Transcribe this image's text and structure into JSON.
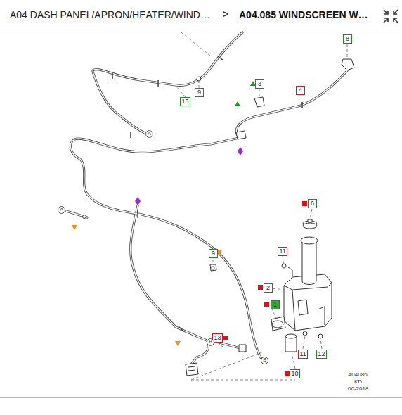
{
  "diagram": {
    "nodes": [
      {
        "text": [
          "8"
        ]
      },
      {
        "text": [
          "3"
        ]
      },
      {
        "text": [
          "4"
        ]
      },
      {
        "text": [
          "9"
        ]
      },
      {
        "text": [
          "15"
        ]
      },
      {
        "text": [
          "A"
        ]
      },
      {
        "text": [
          "A"
        ]
      },
      {
        "text": [
          "6"
        ]
      },
      {
        "text": [
          "9"
        ]
      },
      {
        "text": [
          "11"
        ]
      },
      {
        "text": [
          "2"
        ]
      },
      {
        "text": [
          "1"
        ]
      },
      {
        "text": [
          "13"
        ]
      },
      {
        "text": [
          "B"
        ]
      },
      {
        "text": [
          "B"
        ]
      },
      {
        "text": [
          "11"
        ]
      },
      {
        "text": [
          "12"
        ]
      },
      {
        "text": [
          "10"
        ]
      }
    ],
    "edges": [],
    "labels": [
      "A04 DASH PANEL/APRON/HEATER/WIND…",
      ">",
      "A04.085 WINDSCREEN W…",
      "A04086",
      "KD",
      "06-2018"
    ]
  }
}
